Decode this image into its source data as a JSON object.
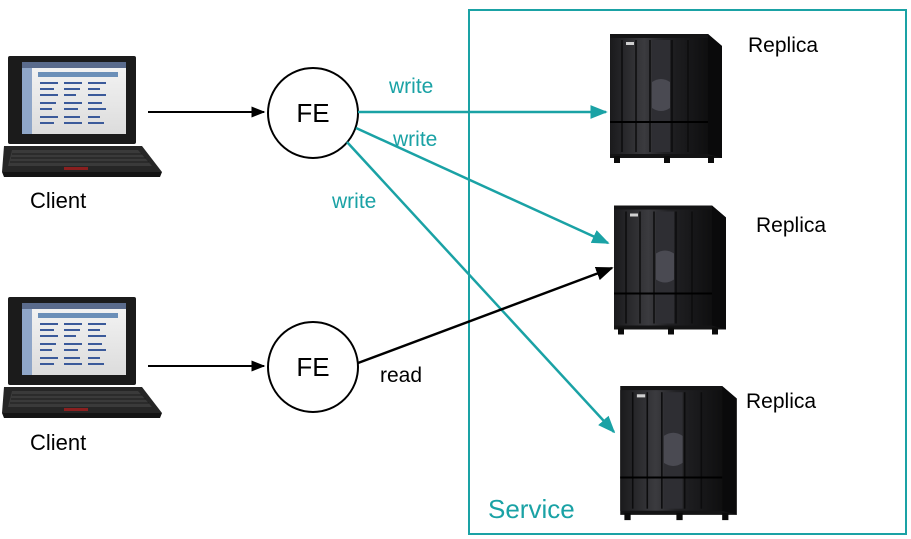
{
  "diagram": {
    "service_label": "Service",
    "clients": [
      {
        "label": "Client"
      },
      {
        "label": "Client"
      }
    ],
    "front_ends": [
      {
        "label": "FE"
      },
      {
        "label": "FE"
      }
    ],
    "replicas": [
      {
        "label": "Replica"
      },
      {
        "label": "Replica"
      },
      {
        "label": "Replica"
      }
    ],
    "edge_labels": {
      "write_1": "write",
      "write_2": "write",
      "write_3": "write",
      "read": "read"
    },
    "colors": {
      "teal": "#1aa2a5",
      "black": "#000000"
    }
  }
}
